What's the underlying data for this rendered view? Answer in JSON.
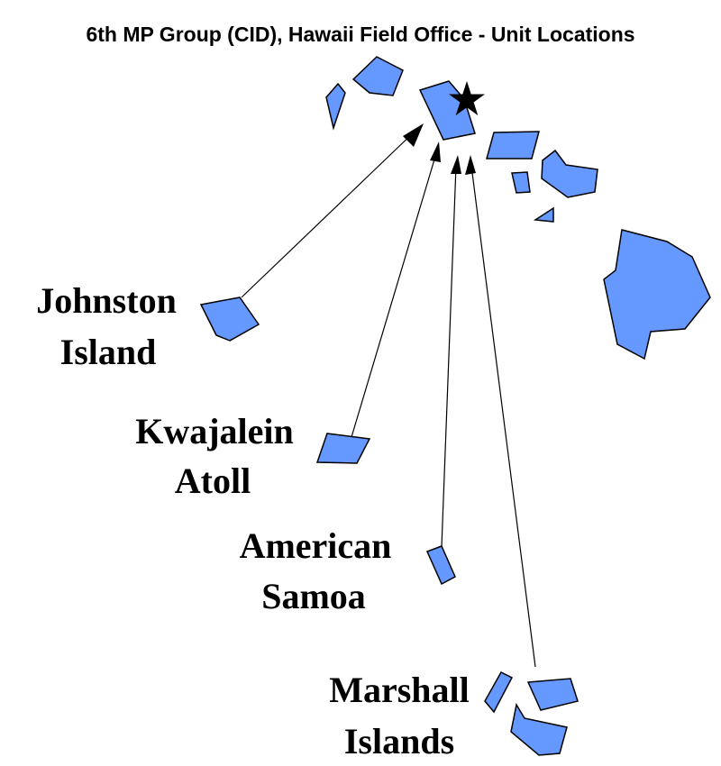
{
  "title": "6th MP Group (CID), Hawaii Field Office -  Unit Locations",
  "colors": {
    "island_fill": "#6699ff",
    "outline": "#000000",
    "background": "#ffffff"
  },
  "marker": {
    "icon": "star-icon",
    "meaning": "Hawaii Field Office"
  },
  "locations": [
    {
      "id": "johnston-island",
      "lines": [
        "Johnston",
        "Island"
      ]
    },
    {
      "id": "kwajalein-atoll",
      "lines": [
        "Kwajalein",
        "Atoll"
      ]
    },
    {
      "id": "american-samoa",
      "lines": [
        "American",
        "Samoa"
      ]
    },
    {
      "id": "marshall-islands",
      "lines": [
        "Marshall",
        "Islands"
      ]
    }
  ]
}
